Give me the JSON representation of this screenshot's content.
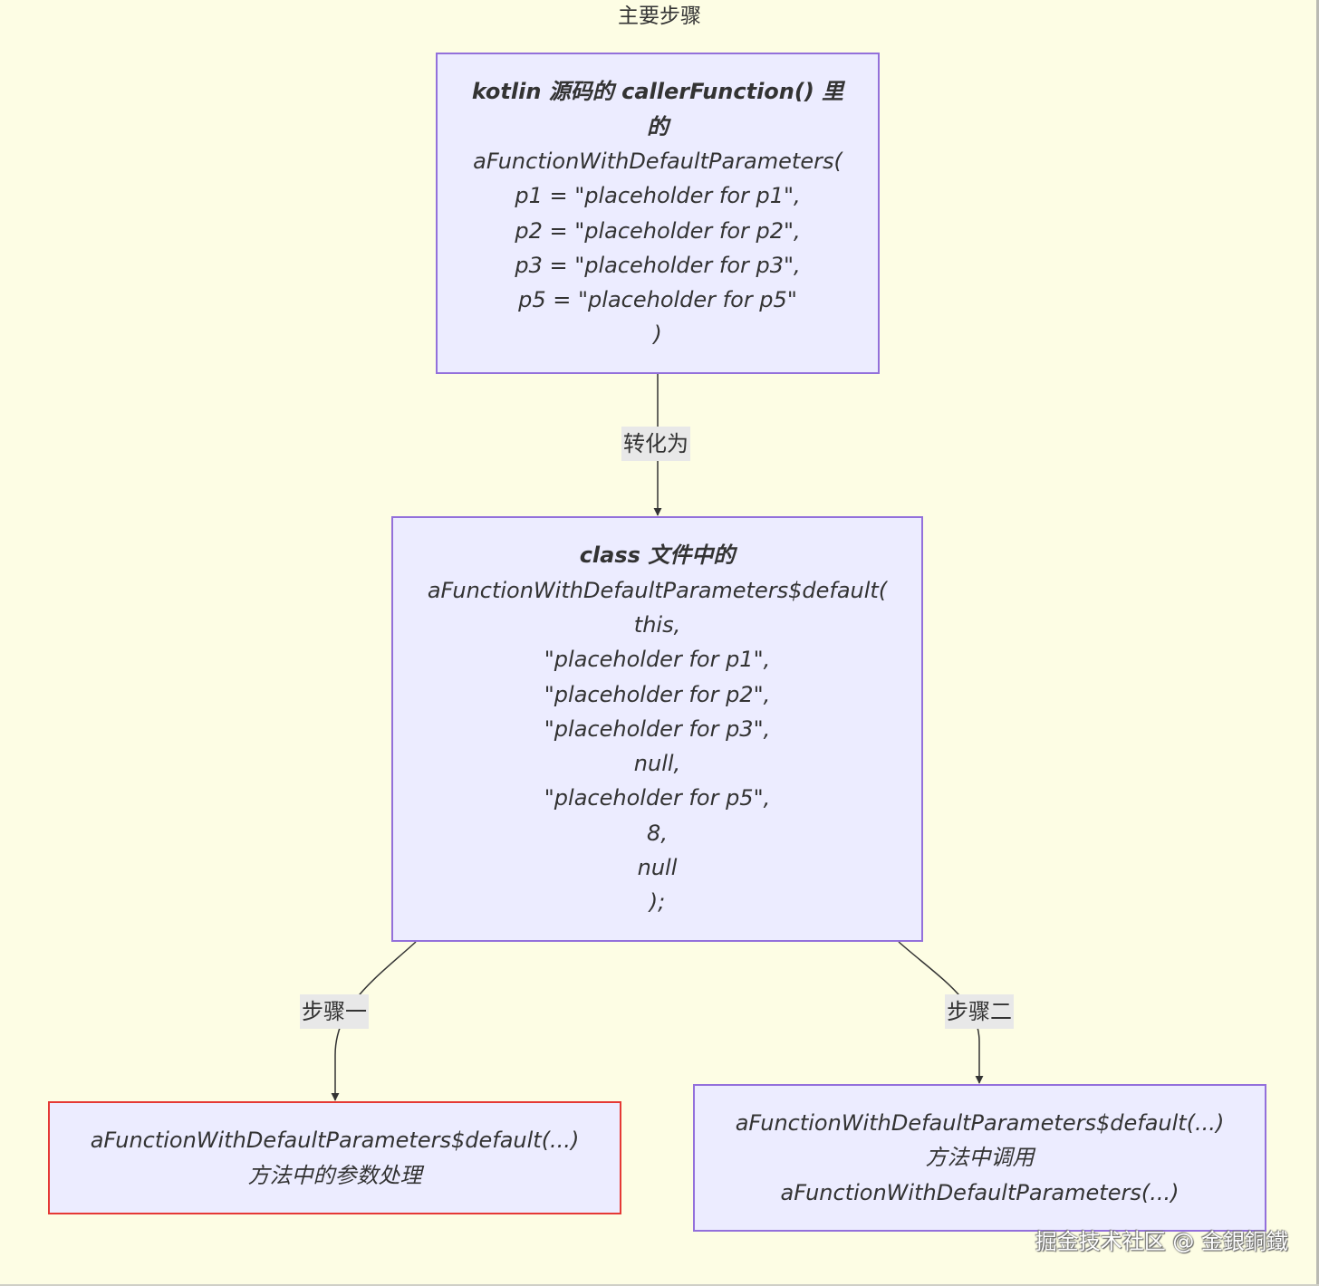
{
  "diagram": {
    "title": "主要步骤",
    "nodes": {
      "source_call": {
        "lines": [
          "kotlin 源码的 callerFunction() 里",
          "的",
          "aFunctionWithDefaultParameters(",
          "p1 = \"placeholder for p1\",",
          "p2 = \"placeholder for p2\",",
          "p3 = \"placeholder for p3\",",
          "p5 = \"placeholder for p5\"",
          ")"
        ]
      },
      "class_call": {
        "lines": [
          "class 文件中的",
          "aFunctionWithDefaultParameters$default(",
          "this,",
          "\"placeholder for p1\",",
          "\"placeholder for p2\",",
          "\"placeholder for p3\",",
          "null,",
          "\"placeholder for p5\",",
          "8,",
          "null",
          ");"
        ]
      },
      "step_one": {
        "lines": [
          "aFunctionWithDefaultParameters$default(...)",
          "方法中的参数处理"
        ]
      },
      "step_two": {
        "lines": [
          "aFunctionWithDefaultParameters$default(...)",
          "方法中调用",
          "aFunctionWithDefaultParameters(...)"
        ]
      }
    },
    "edges": {
      "convert_label": "转化为",
      "step_one_label": "步骤一",
      "step_two_label": "步骤二"
    },
    "colors": {
      "background": "#fdfde4",
      "node_fill": "#ececff",
      "node_border": "#9370db",
      "highlight_border": "#e53935",
      "edge_label_bg": "#e8e8e8",
      "line": "#333333"
    }
  },
  "watermark": "掘金技术社区 @ 金銀銅鐵"
}
